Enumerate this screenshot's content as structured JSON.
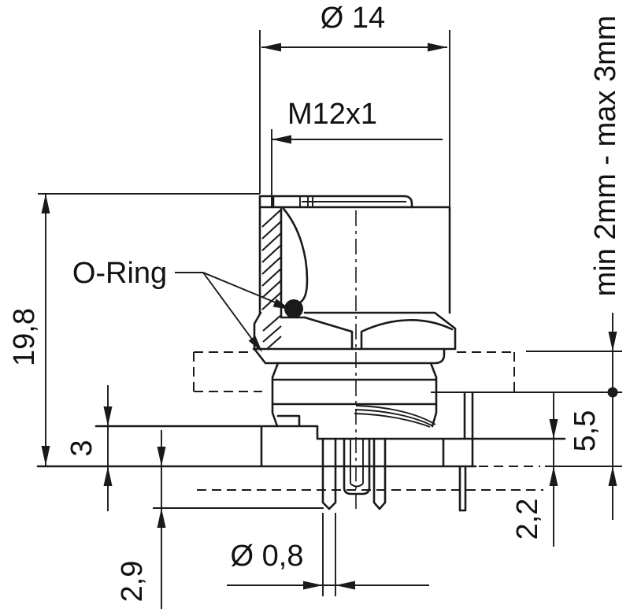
{
  "drawing": {
    "type": "technical-dimension-drawing",
    "labels": [
      {
        "id": "diameter-14",
        "text": "Ø 14"
      },
      {
        "id": "thread-m12x1",
        "text": "M12x1"
      },
      {
        "id": "o-ring",
        "text": "O-Ring"
      },
      {
        "id": "height-19-8",
        "text": "19,8"
      },
      {
        "id": "dim-3",
        "text": "3"
      },
      {
        "id": "dim-2-9",
        "text": "2,9"
      },
      {
        "id": "pin-diameter-0-8",
        "text": "Ø 0,8"
      },
      {
        "id": "dim-5-5",
        "text": "5,5"
      },
      {
        "id": "dim-2-2",
        "text": "2,2"
      },
      {
        "id": "panel-thickness",
        "text": "min 2mm - max 3mm"
      }
    ],
    "colors": {
      "line": "#1a1a1a",
      "background": "#ffffff",
      "text": "#111111"
    }
  }
}
